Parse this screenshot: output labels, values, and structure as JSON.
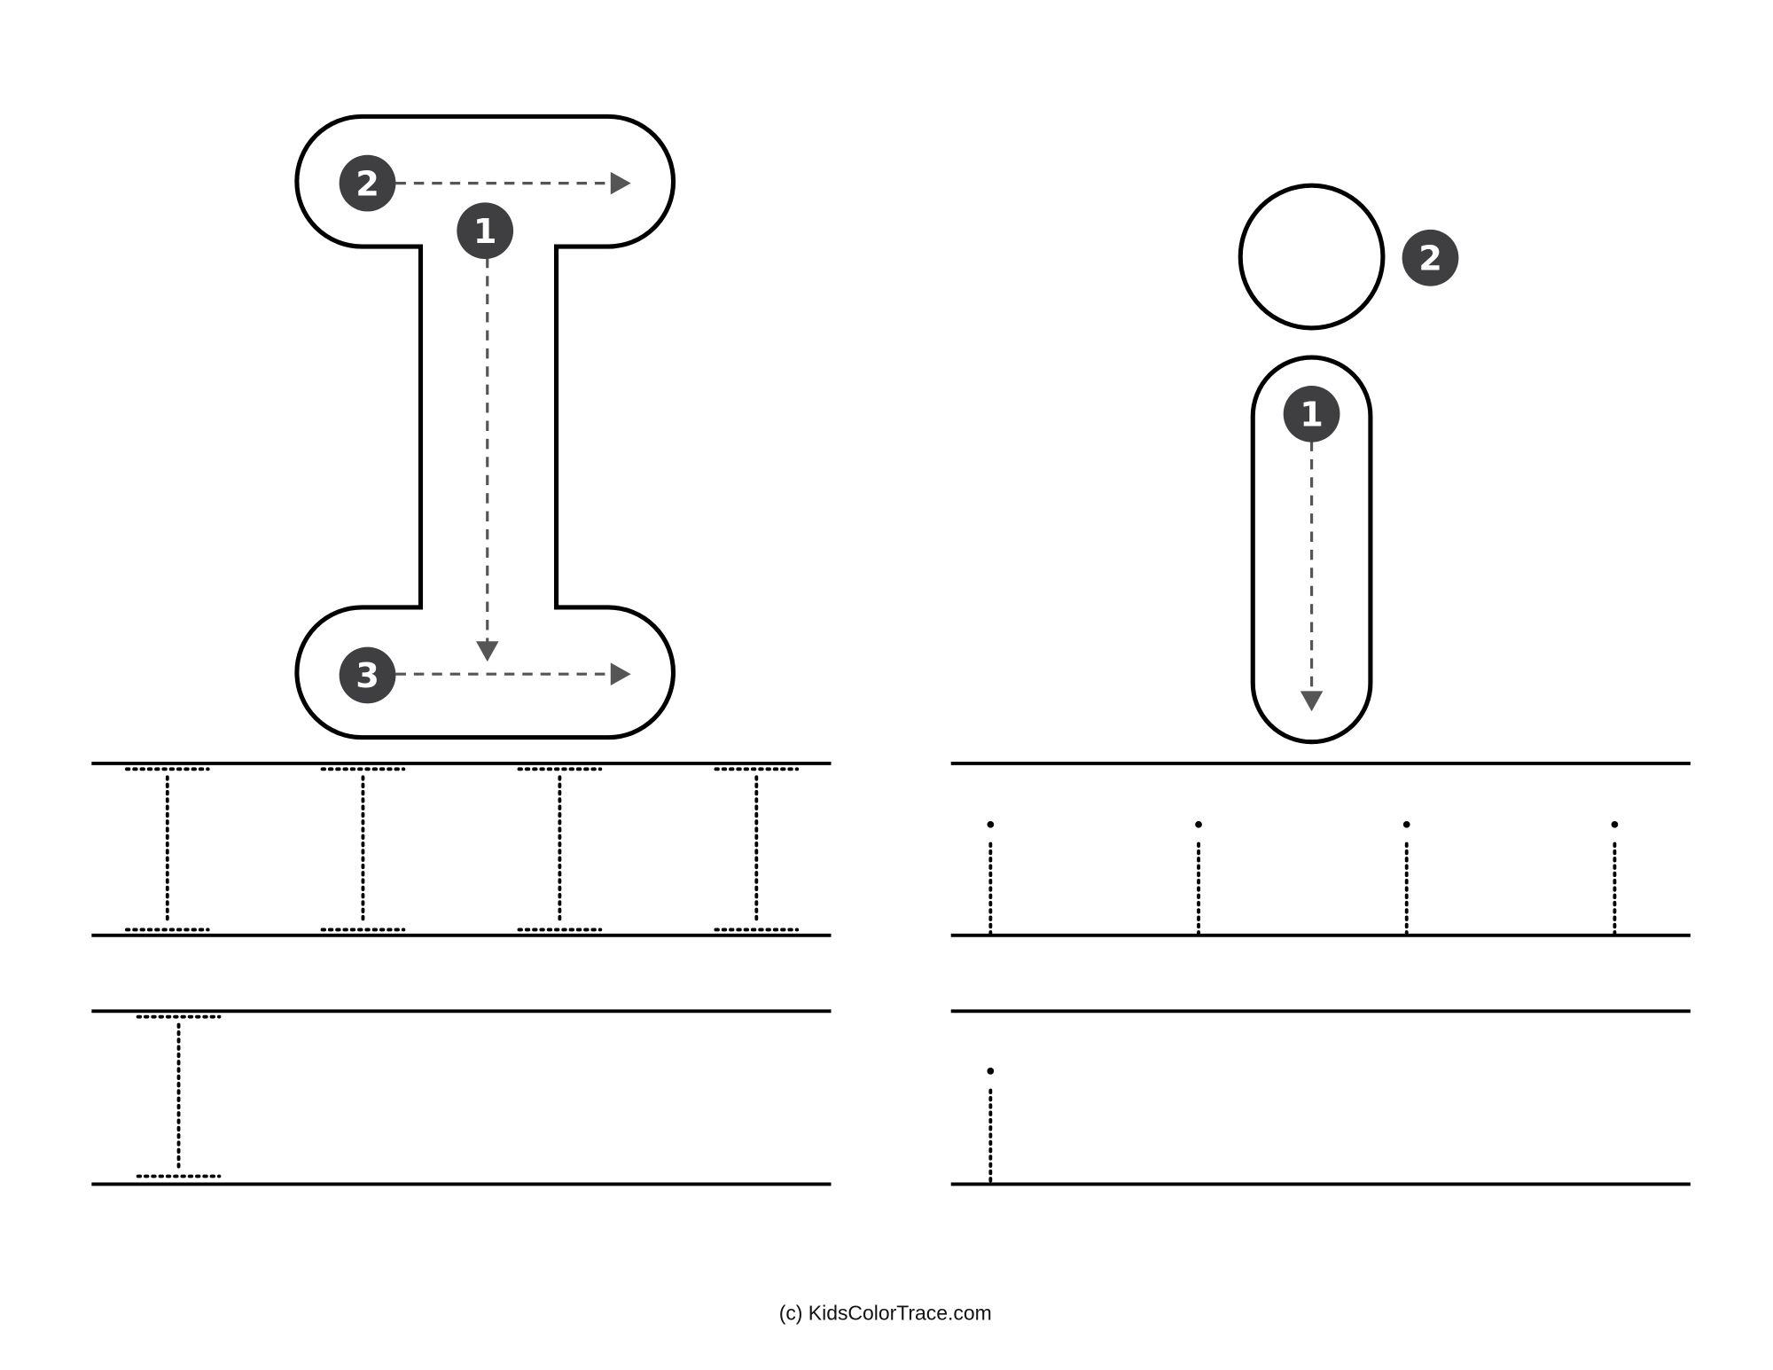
{
  "uppercase_card": {
    "letter": "I",
    "strokes": [
      {
        "number": "1",
        "direction": "down"
      },
      {
        "number": "2",
        "direction": "right"
      },
      {
        "number": "3",
        "direction": "right"
      }
    ]
  },
  "lowercase_card": {
    "letter": "i",
    "strokes": [
      {
        "number": "1",
        "direction": "down"
      },
      {
        "number": "2",
        "direction": "dot"
      }
    ]
  },
  "practice": {
    "uppercase_row1_count": 4,
    "uppercase_row2_count": 1,
    "lowercase_row1_count": 4,
    "lowercase_row2_count": 1
  },
  "colors": {
    "outline": "#000000",
    "badge": "#3f3f41",
    "guide": "#555555"
  },
  "footer": {
    "credit": "(c) KidsColorTrace.com"
  }
}
